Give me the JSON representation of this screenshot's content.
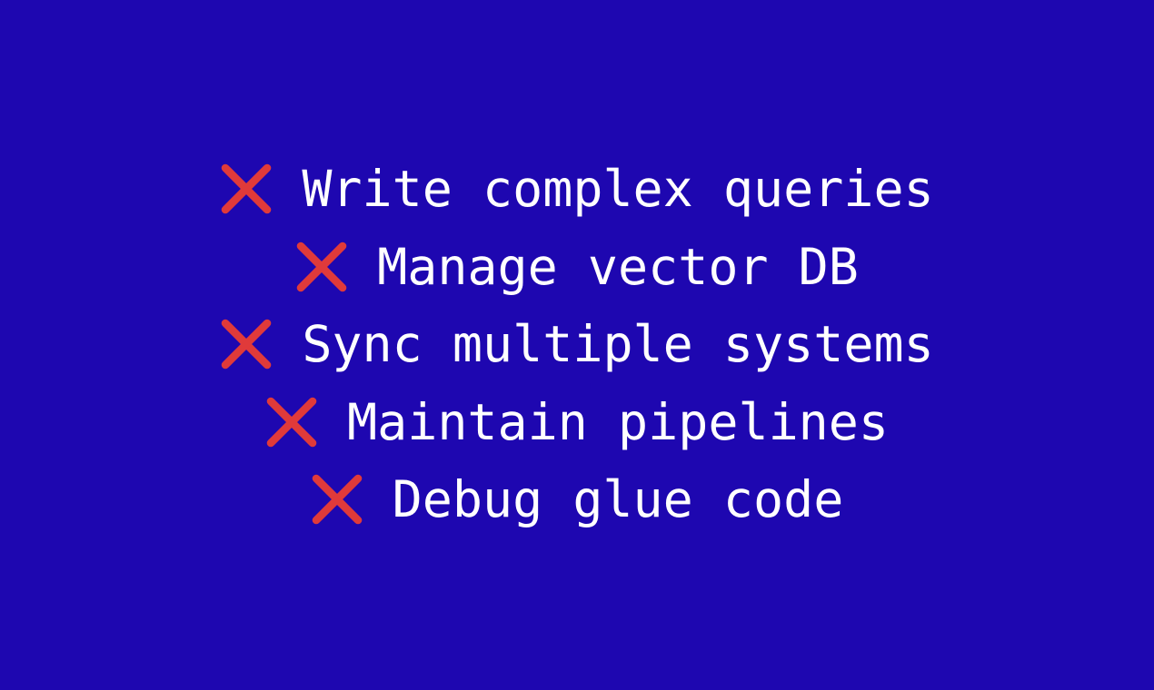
{
  "slide": {
    "background_color": "#1e07b0",
    "text_color": "#ffffff",
    "accent_color": "#e03a3a",
    "icon_name": "cross-mark-icon"
  },
  "pain_points": [
    {
      "icon": "cross-mark-icon",
      "label": "Write complex queries"
    },
    {
      "icon": "cross-mark-icon",
      "label": "Manage vector DB"
    },
    {
      "icon": "cross-mark-icon",
      "label": "Sync multiple systems"
    },
    {
      "icon": "cross-mark-icon",
      "label": "Maintain pipelines"
    },
    {
      "icon": "cross-mark-icon",
      "label": "Debug glue code"
    }
  ]
}
